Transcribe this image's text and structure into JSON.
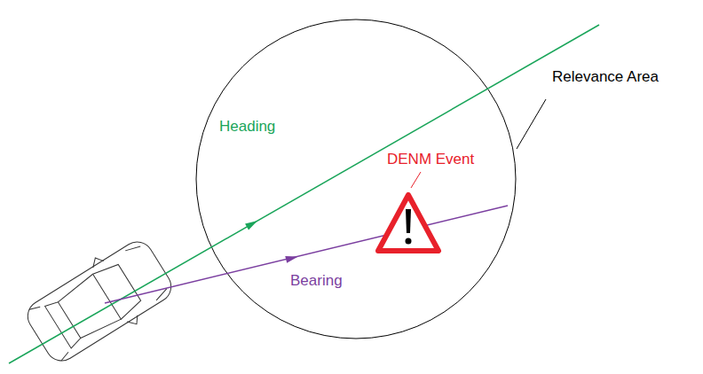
{
  "diagram": {
    "labels": [
      "Relevance Area",
      "Heading",
      "DENM Event",
      "Bearing"
    ]
  }
}
